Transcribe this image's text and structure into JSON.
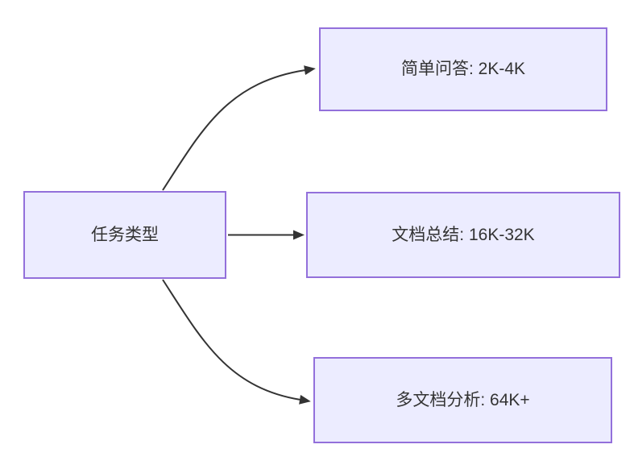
{
  "diagram": {
    "type": "flowchart",
    "direction": "left-to-right",
    "nodes": [
      {
        "id": "root",
        "label": "任务类型"
      },
      {
        "id": "qa",
        "label": "简单问答: 2K-4K"
      },
      {
        "id": "summary",
        "label": "文档总结: 16K-32K"
      },
      {
        "id": "multi",
        "label": "多文档分析: 64K+"
      }
    ],
    "edges": [
      {
        "from": "任务类型",
        "to": "简单问答: 2K-4K"
      },
      {
        "from": "任务类型",
        "to": "文档总结: 16K-32K"
      },
      {
        "from": "任务类型",
        "to": "多文档分析: 64K+"
      }
    ],
    "colors": {
      "node_fill": "#ECECFF",
      "node_border": "#9370DB",
      "edge_stroke": "#333333",
      "text": "#333333",
      "background": "#FFFFFF"
    }
  }
}
